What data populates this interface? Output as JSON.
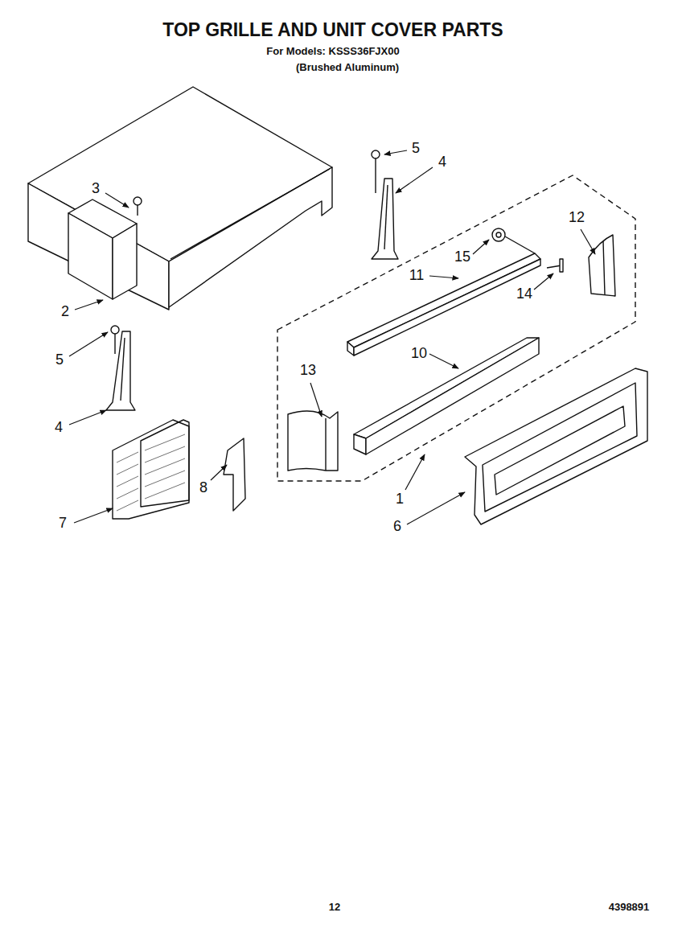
{
  "diagram": {
    "title": "TOP GRILLE AND UNIT COVER PARTS",
    "labels": [
      "For Models: KSSS36FJX00",
      "(Brushed Aluminum)",
      "5",
      "4",
      "3",
      "12",
      "15",
      "11",
      "14",
      "2",
      "5",
      "10",
      "13",
      "4",
      "8",
      "1",
      "7",
      "6",
      "12",
      "4398891"
    ]
  }
}
